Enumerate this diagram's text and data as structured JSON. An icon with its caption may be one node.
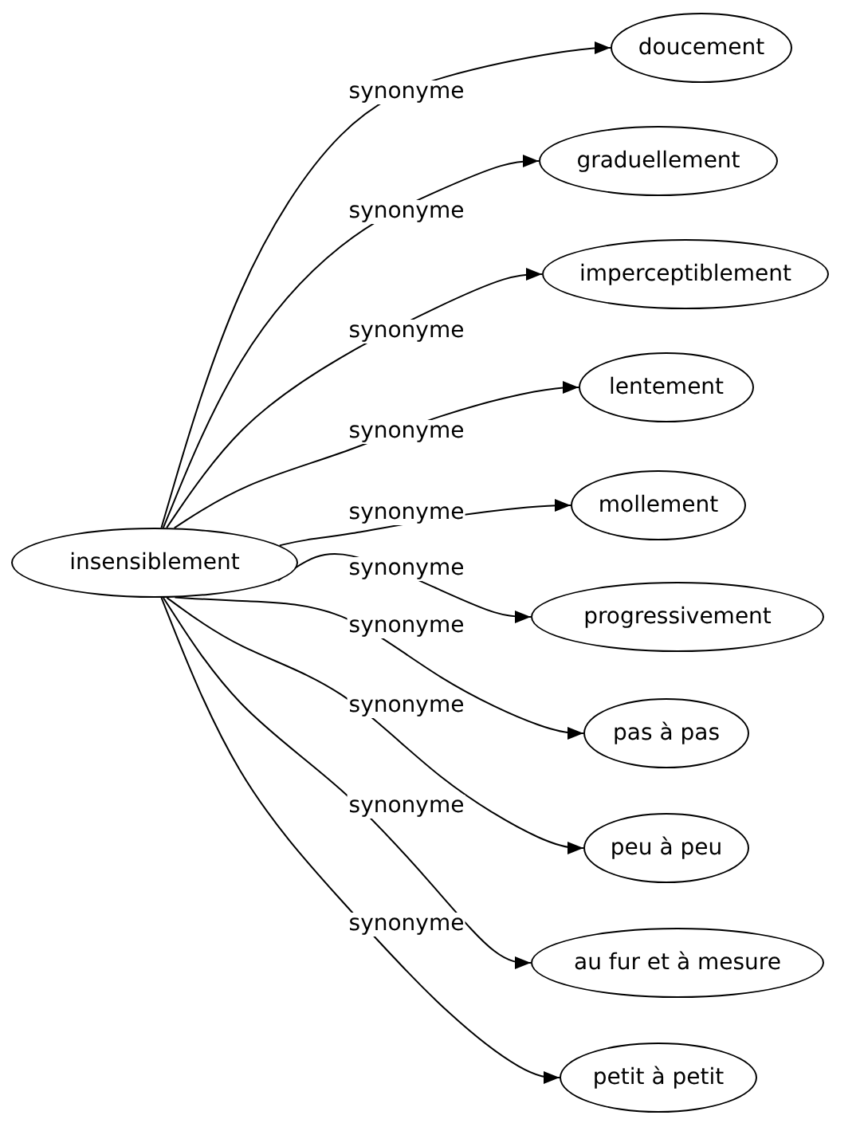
{
  "diagram": {
    "nodes": [
      {
        "text": [
          "insensiblement"
        ]
      },
      {
        "text": [
          "doucement"
        ]
      },
      {
        "text": [
          "graduellement"
        ]
      },
      {
        "text": [
          "imperceptiblement"
        ]
      },
      {
        "text": [
          "lentement"
        ]
      },
      {
        "text": [
          "mollement"
        ]
      },
      {
        "text": [
          "progressivement"
        ]
      },
      {
        "text": [
          "pas à pas"
        ]
      },
      {
        "text": [
          "peu à peu"
        ]
      },
      {
        "text": [
          "au fur et à mesure"
        ]
      },
      {
        "text": [
          "petit à petit"
        ]
      }
    ],
    "edges": [
      {
        "from": 0,
        "to": 1,
        "arrow": "to",
        "label": "synonyme"
      },
      {
        "from": 0,
        "to": 2,
        "arrow": "to",
        "label": "synonyme"
      },
      {
        "from": 0,
        "to": 3,
        "arrow": "to",
        "label": "synonyme"
      },
      {
        "from": 0,
        "to": 4,
        "arrow": "to",
        "label": "synonyme"
      },
      {
        "from": 0,
        "to": 5,
        "arrow": "to",
        "label": "synonyme"
      },
      {
        "from": 0,
        "to": 6,
        "arrow": "to",
        "label": "synonyme"
      },
      {
        "from": 0,
        "to": 7,
        "arrow": "to",
        "label": "synonyme"
      },
      {
        "from": 0,
        "to": 8,
        "arrow": "to",
        "label": "synonyme"
      },
      {
        "from": 0,
        "to": 9,
        "arrow": "to",
        "label": "synonyme"
      },
      {
        "from": 0,
        "to": 10,
        "arrow": "to",
        "label": "synonyme"
      }
    ]
  }
}
